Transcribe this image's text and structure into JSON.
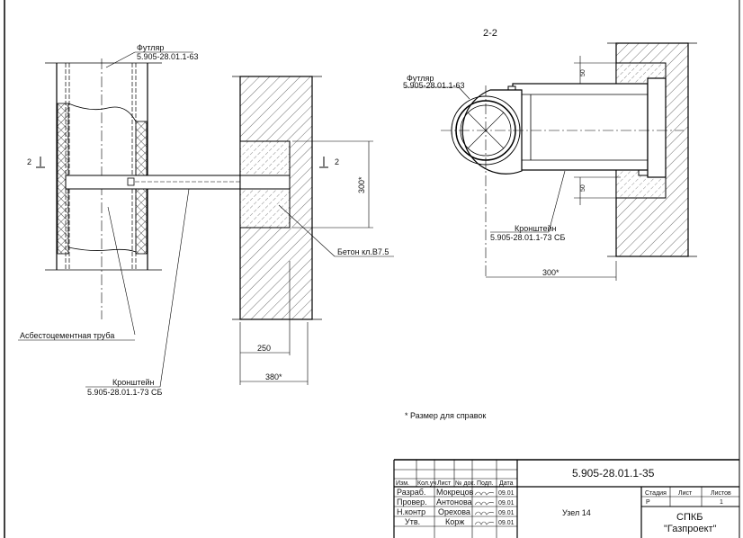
{
  "view1": {
    "casing_label": "Футляр",
    "casing_code": "5.905-28.01.1-63",
    "section_mark_left": "2",
    "section_mark_right": "2",
    "pipe_label": "Асбестоцементная труба",
    "bracket_label": "Кронштейн",
    "bracket_code": "5.905-28.01.1-73 СБ",
    "concrete_label": "Бетон кл.В7.5",
    "dim_height": "300*",
    "dim_250": "250",
    "dim_380": "380*"
  },
  "view2": {
    "title": "2-2",
    "casing_label": "Футляр",
    "casing_code": "5.905-28.01.1-63",
    "bracket_label": "Кронштейн",
    "bracket_code": "5.905-28.01.1-73 СБ",
    "dim_50_top": "50",
    "dim_50_bottom": "50",
    "dim_300": "300*"
  },
  "note": "* Размер для справок",
  "title_block": {
    "doc_code": "5.905-28.01.1-35",
    "headers": [
      "Изм.",
      "Кол.уч",
      "Лист",
      "№ док.",
      "Подп.",
      "Дата"
    ],
    "rows": [
      {
        "role": "Разраб.",
        "name": "Мокрецов",
        "date": "09.01"
      },
      {
        "role": "Провер.",
        "name": "Антонова",
        "date": "09.01"
      },
      {
        "role": "Н.контр",
        "name": "Орехова",
        "date": "09.01"
      },
      {
        "role": "Утв.",
        "name": "Корж",
        "date": "09.01"
      }
    ],
    "sheet_name": "Узел 14",
    "stage_header": "Стадия",
    "sheet_header": "Лист",
    "sheets_header": "Листов",
    "stage": "Р",
    "sheets": "1",
    "org_line1": "СПКБ",
    "org_line2": "\"Газпроект\""
  }
}
